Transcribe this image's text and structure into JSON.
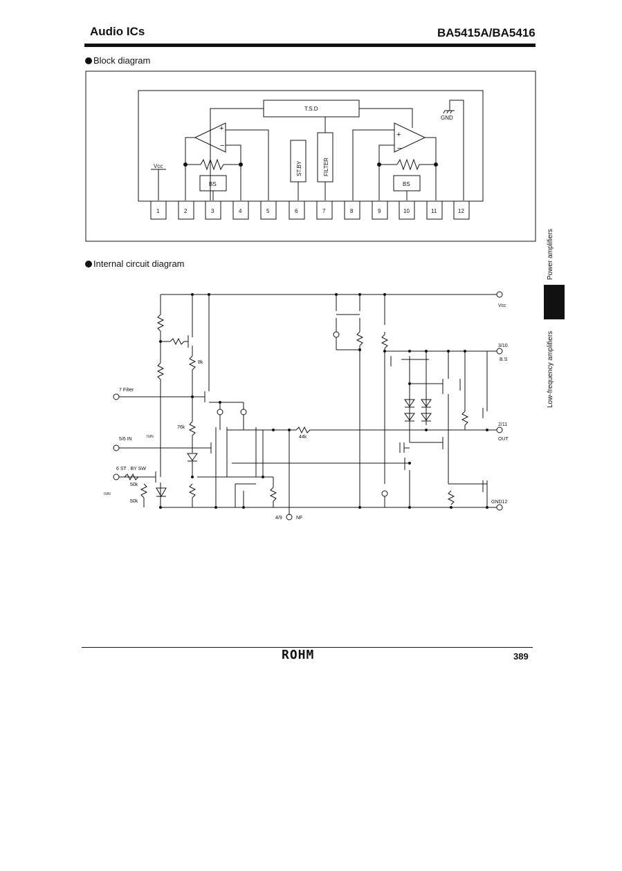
{
  "header": {
    "left": "Audio ICs",
    "right": "BA5415A/BA5416"
  },
  "sections": {
    "block": "Block diagram",
    "internal": "Internal circuit diagram"
  },
  "side": {
    "power": "Power amplifiers",
    "lowfreq": "Low-frequency amplifiers"
  },
  "block": {
    "tsd": "T.S.D",
    "gnd": "GND",
    "vcc": "Vcc",
    "bs": "BS",
    "stby": "ST.BY",
    "filter": "FILTER",
    "plus": "+",
    "minus": "−",
    "pins": [
      "1",
      "2",
      "3",
      "4",
      "5",
      "6",
      "7",
      "8",
      "9",
      "10",
      "11",
      "12"
    ]
  },
  "internal": {
    "vcc": "Vcc",
    "bs_pin": "3/10",
    "bs": "B.S",
    "out_pin": "2/11",
    "out": "OUT",
    "gnd": "GND12",
    "filter": "7 Filter",
    "in": "5/6 IN",
    "isin": "ISIN",
    "stby": "6 ST . BY SW",
    "isin2": "ISIN",
    "r50k_a": "50k",
    "r50k_b": "50k",
    "r8k": "8k",
    "r76k": "76k",
    "r44k": "44k",
    "nf": "4/9",
    "nf_label": "NF"
  },
  "footer": {
    "logo": "ROHM",
    "page": "389"
  }
}
